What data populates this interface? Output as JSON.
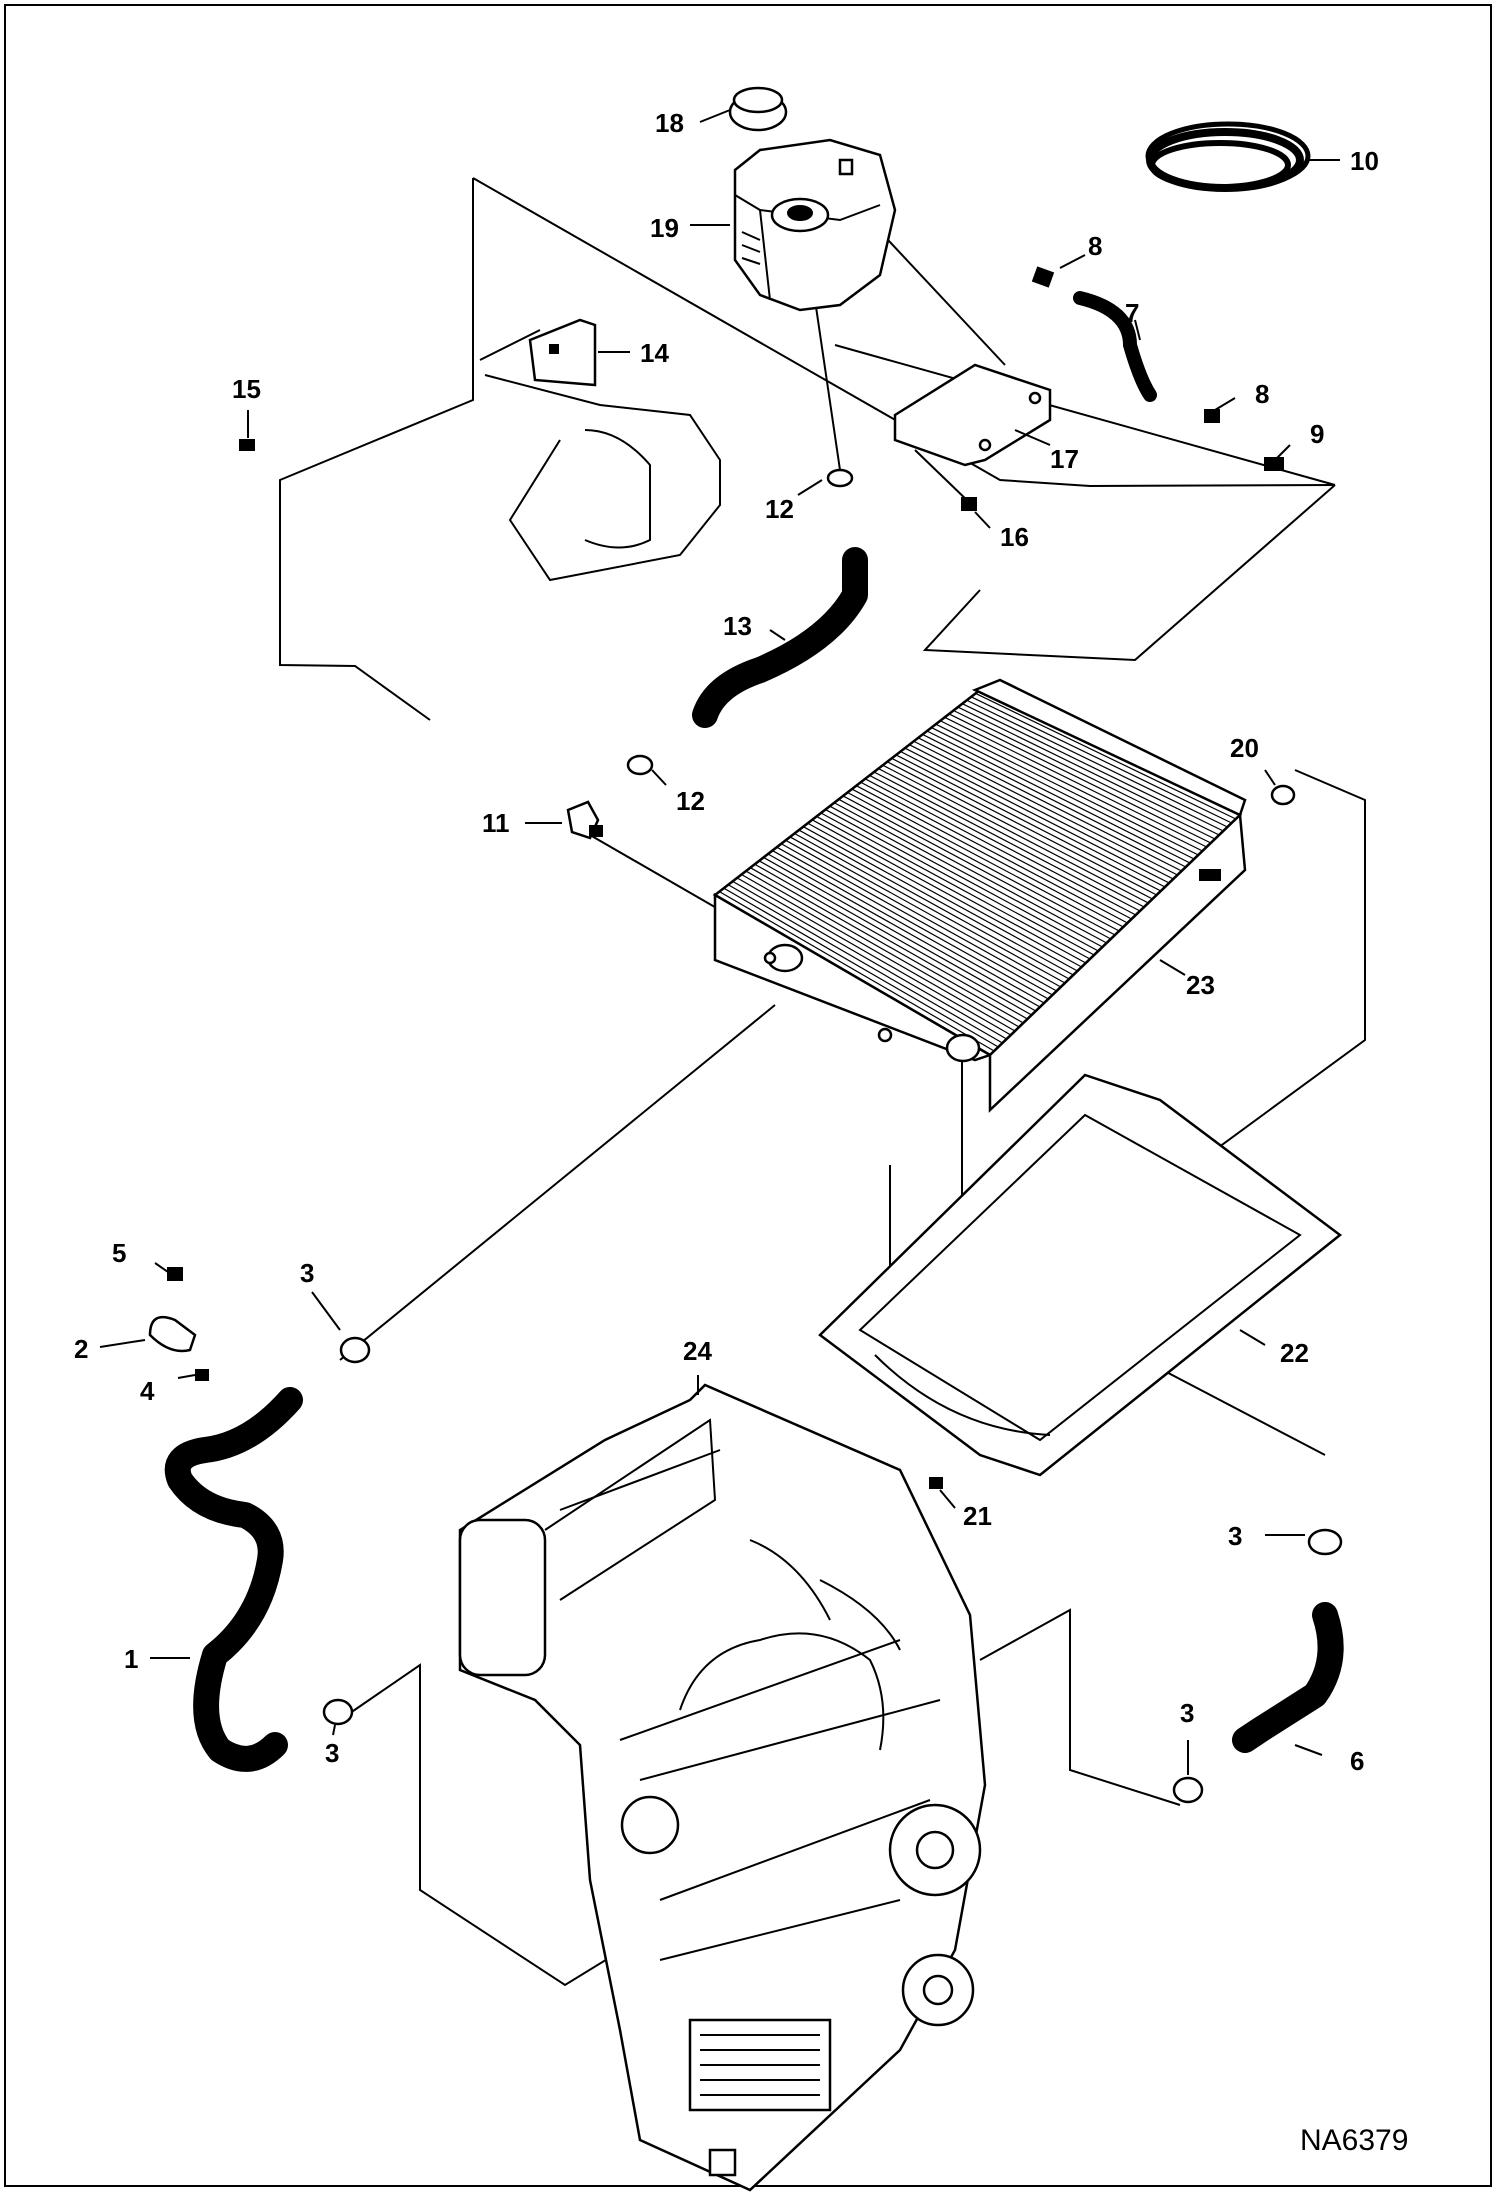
{
  "callouts": {
    "c1": "1",
    "c2": "2",
    "c3a": "3",
    "c3b": "3",
    "c3c": "3",
    "c3d": "3",
    "c4": "4",
    "c5": "5",
    "c6": "6",
    "c7": "7",
    "c8a": "8",
    "c8b": "8",
    "c9": "9",
    "c10": "10",
    "c11": "11",
    "c12a": "12",
    "c12b": "12",
    "c13": "13",
    "c14": "14",
    "c15": "15",
    "c16": "16",
    "c17": "17",
    "c18": "18",
    "c19": "19",
    "c20": "20",
    "c21": "21",
    "c22": "22",
    "c23": "23",
    "c24": "24"
  },
  "reference_code": "NA6379"
}
